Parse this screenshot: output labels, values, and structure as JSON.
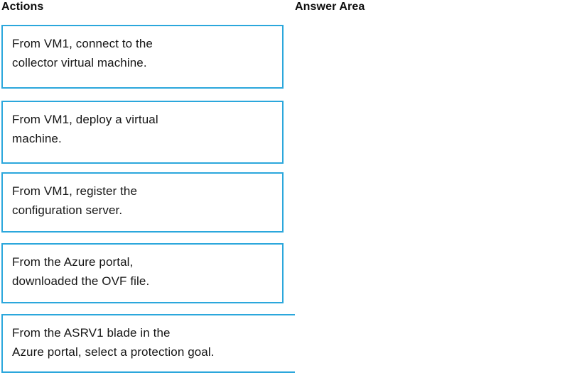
{
  "page": {
    "background_color": "#ffffff",
    "text_color": "#161616",
    "accent_color": "#2ba7dc"
  },
  "columns": {
    "actions": {
      "header": "Actions"
    },
    "answer": {
      "header": "Answer Area"
    }
  },
  "actions": {
    "items": [
      {
        "id": "connect-collector-vm",
        "text": "From VM1, connect to the\ncollector virtual machine."
      },
      {
        "id": "deploy-virtual-machine",
        "text": "From VM1, deploy a virtual\nmachine."
      },
      {
        "id": "register-configuration-server",
        "text": "From VM1, register the\nconfiguration server."
      },
      {
        "id": "download-ovf-file",
        "text": "From the Azure portal,\ndownloaded the OVF file."
      },
      {
        "id": "select-protection-goal",
        "text": "From the ASRV1 blade in the\nAzure portal, select a protection goal."
      }
    ]
  },
  "answer_area": {
    "items": []
  }
}
